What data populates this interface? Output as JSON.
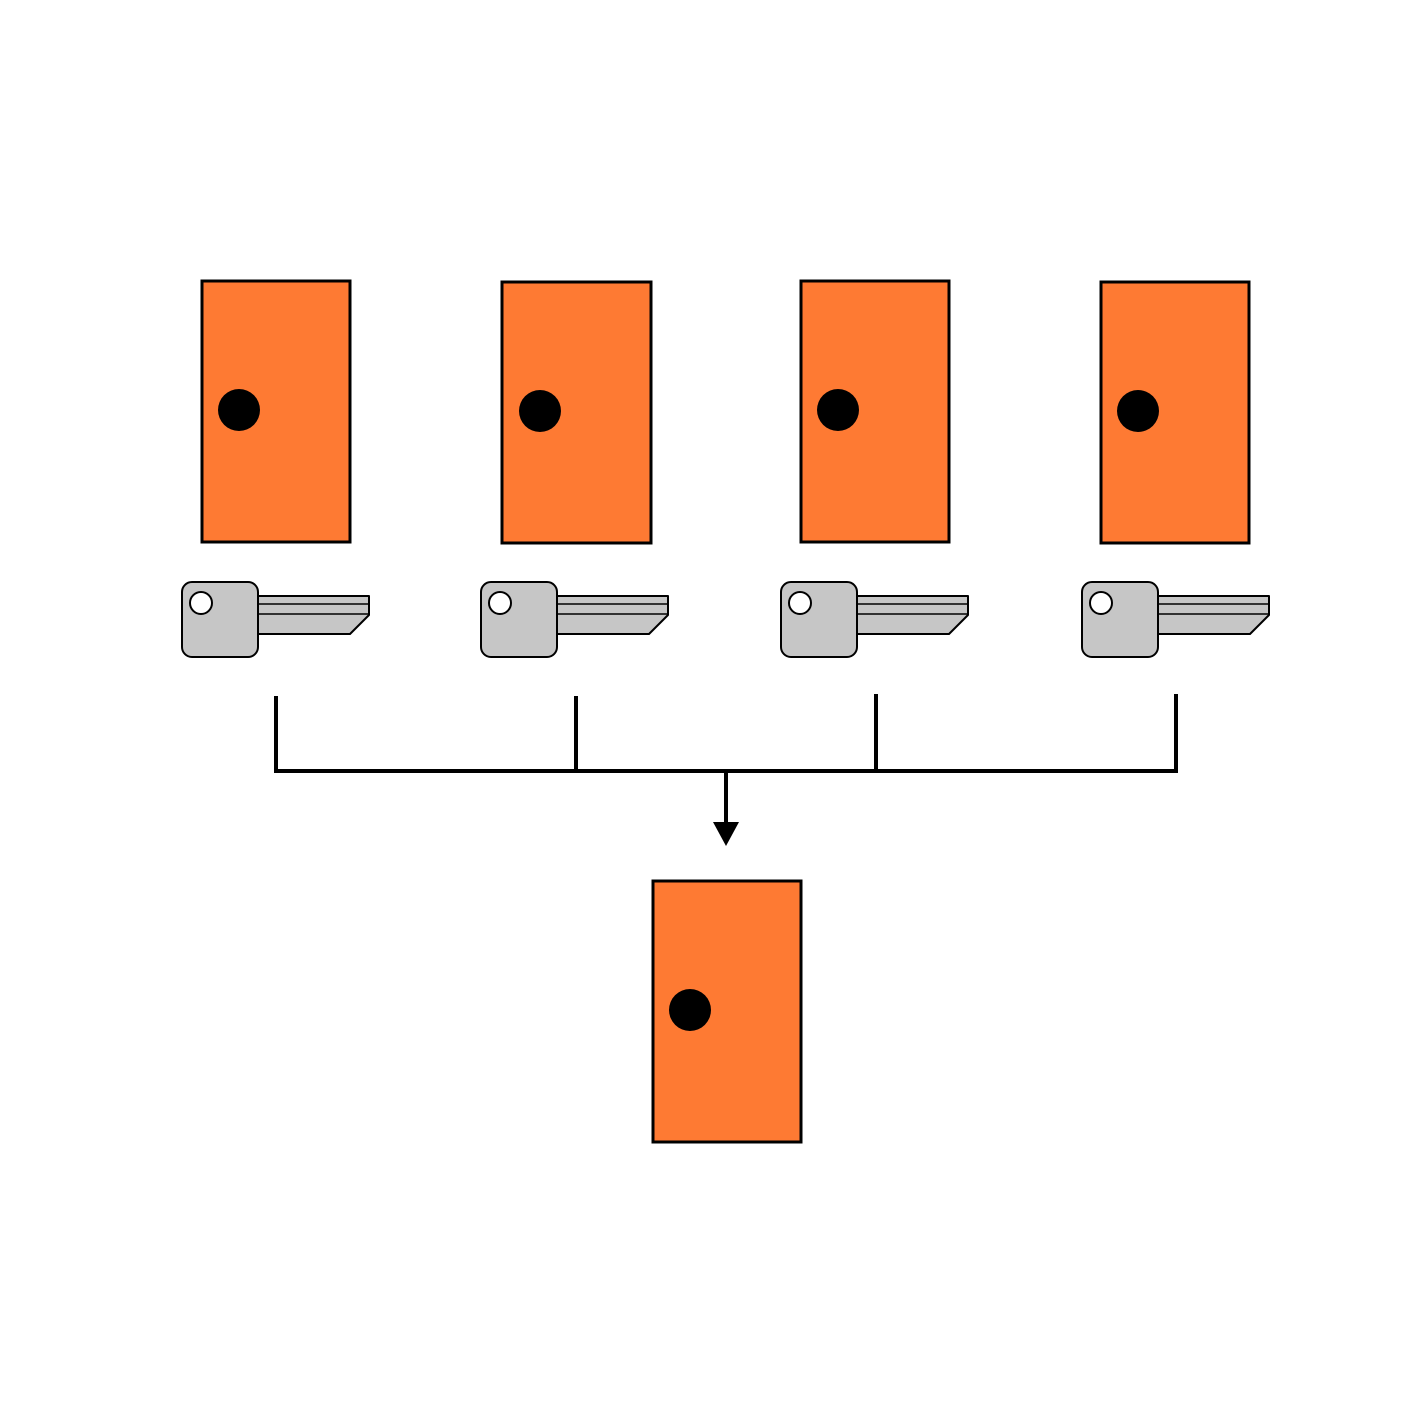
{
  "colors": {
    "door_fill": "#FE7A33",
    "outline": "#000000",
    "key_fill": "#C6C6C6",
    "background": "#FFFFFF"
  },
  "doors": [
    {
      "id": "door-1",
      "icon": "door-icon"
    },
    {
      "id": "door-2",
      "icon": "door-icon"
    },
    {
      "id": "door-3",
      "icon": "door-icon"
    },
    {
      "id": "door-4",
      "icon": "door-icon"
    }
  ],
  "keys": [
    {
      "id": "key-1",
      "icon": "key-icon"
    },
    {
      "id": "key-2",
      "icon": "key-icon"
    },
    {
      "id": "key-3",
      "icon": "key-icon"
    },
    {
      "id": "key-4",
      "icon": "key-icon"
    }
  ],
  "result": {
    "id": "result-door",
    "icon": "door-icon"
  },
  "connector": {
    "icon": "arrow-down-icon"
  }
}
